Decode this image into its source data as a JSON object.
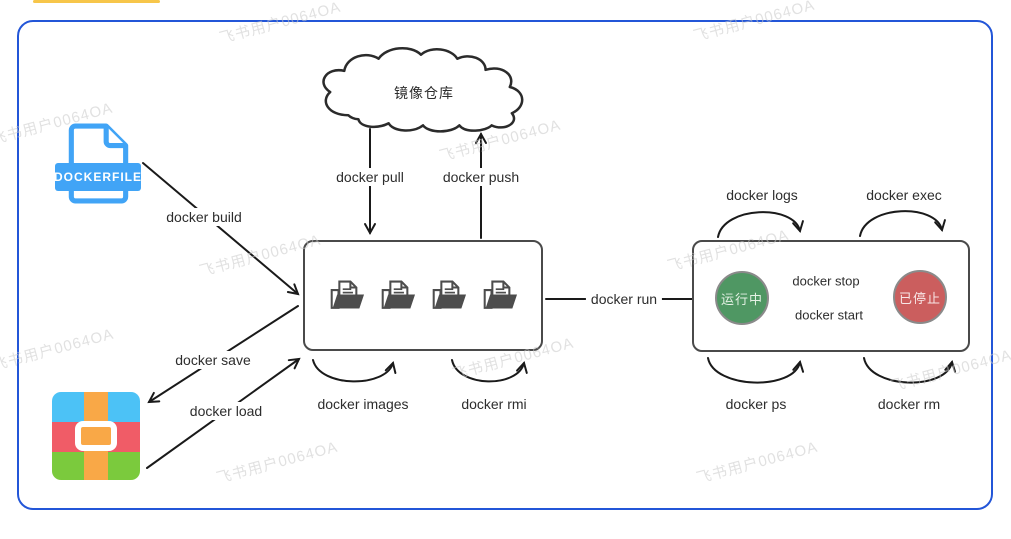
{
  "frame": {
    "accent_color": "#f7c64a",
    "border_color": "#2356d8"
  },
  "watermark": {
    "text": "飞书用户0064OA",
    "color": "#c9c9c9"
  },
  "registry_cloud": {
    "label": "镜像仓库",
    "icon": "cloud-outline"
  },
  "dockerfile": {
    "label": "DOCKERFILE",
    "accent_color": "#41a4f6",
    "icon": "document-folded-corner"
  },
  "images_box": {
    "icon": "open-folder-with-document",
    "icon_count": 4
  },
  "archive": {
    "icon": "compressed-archive",
    "colors": {
      "top": "#4cc2f6",
      "middle": "#f05c67",
      "bottom": "#7bca3d",
      "strap": "#f9a847"
    }
  },
  "container_states": {
    "running": {
      "label": "运行中",
      "color": "#4f9763"
    },
    "stopped": {
      "label": "已停止",
      "color": "#cb5e5e"
    }
  },
  "commands": {
    "build": "docker build",
    "pull": "docker pull",
    "push": "docker push",
    "save": "docker save",
    "load": "docker load",
    "images": "docker images",
    "rmi": "docker rmi",
    "run": "docker run",
    "logs": "docker logs",
    "exec": "docker exec",
    "stop": "docker stop",
    "start": "docker start",
    "ps": "docker ps",
    "rm": "docker rm"
  },
  "line_color": "#1a1a1a"
}
